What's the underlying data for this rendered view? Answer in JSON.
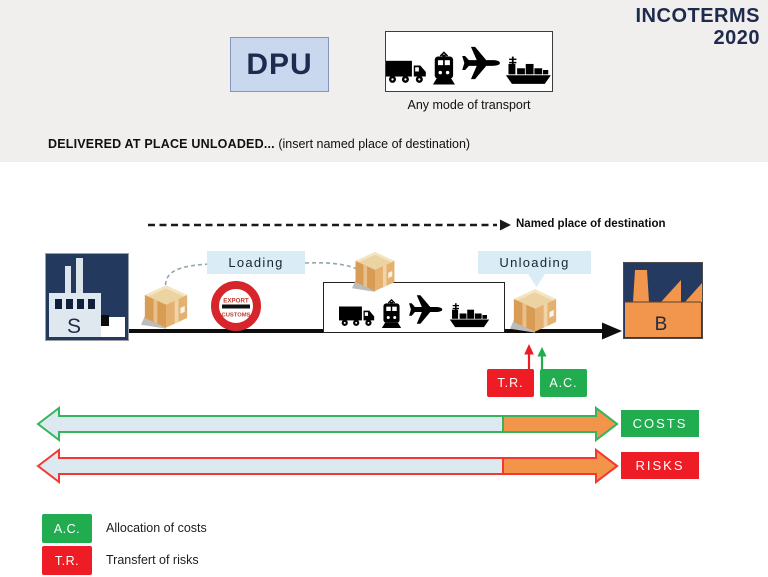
{
  "header": {
    "brand_line1": "INCOTERMS",
    "brand_line2": "2020",
    "term_code": "DPU",
    "transport_caption": "Any mode of transport",
    "term_title_bold": "DELIVERED AT PLACE UNLOADED...",
    "term_title_rest": " (insert named place of destination)"
  },
  "diagram": {
    "destination_label": "Named place of destination",
    "seller_label": "S",
    "buyer_label": "B",
    "loading_label": "Loading",
    "unloading_label": "Unloading",
    "customs_sign": {
      "line1": "EXPORT",
      "line2": "CUSTOMS"
    },
    "tr_badge": "T.R.",
    "ac_badge": "A.C.",
    "costs_label": "COSTS",
    "risks_label": "RISKS"
  },
  "legend": {
    "items": [
      {
        "badge": "A.C.",
        "text": "Allocation of costs",
        "color": "#21ad4f"
      },
      {
        "badge": "T.R.",
        "text": "Transfert of risks",
        "color": "#ee1c25"
      }
    ]
  },
  "icons": [
    "truck-icon",
    "train-icon",
    "plane-icon",
    "ship-icon",
    "package-icon",
    "factory-seller-icon",
    "factory-buyer-icon",
    "export-customs-icon"
  ],
  "colors": {
    "band_bg": "#f0efee",
    "navy": "#1e2b4c",
    "term_box_bg": "#c9d8ef",
    "label_bg": "#daedf6",
    "green": "#21ad4f",
    "red": "#ee1c25",
    "orange": "#f2944a",
    "arrow_fill": "#dce9f1"
  }
}
